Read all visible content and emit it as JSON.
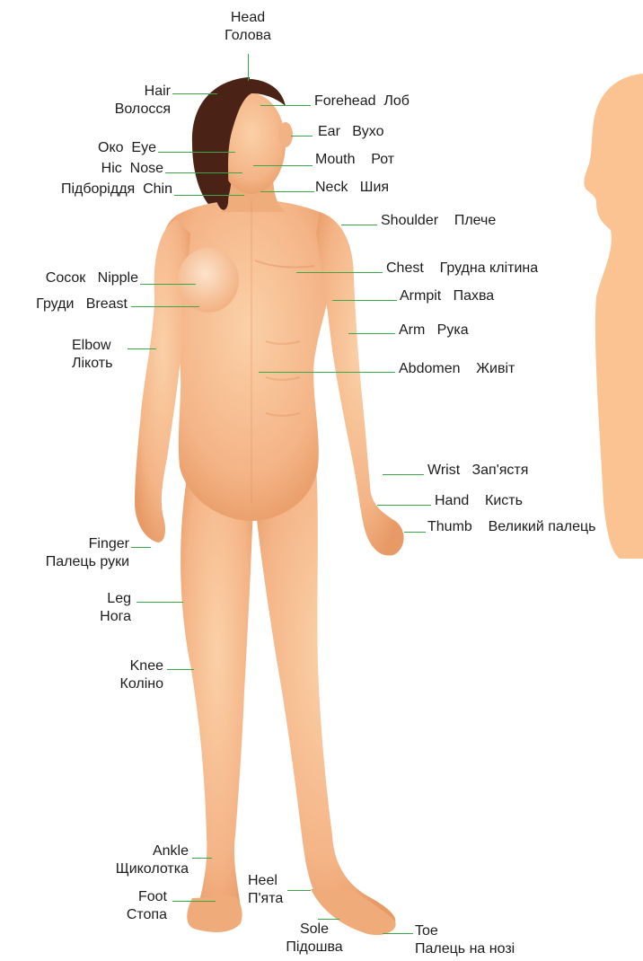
{
  "colors": {
    "skin": "#f4b98a",
    "skin_shade": "#e89a66",
    "skin_light": "#fbd2ad",
    "hair": "#4a2216",
    "leader": "#3aa84a",
    "silhouette": "#fbc392"
  },
  "labels": {
    "head": {
      "en": "Head",
      "uk": "Голова"
    },
    "hair": {
      "en": "Hair",
      "uk": "Волосся"
    },
    "forehead": {
      "en": "Forehead",
      "uk": "Лоб"
    },
    "ear": {
      "en": "Ear",
      "uk": "Вухо"
    },
    "eye": {
      "en": "Eye",
      "uk": "Око"
    },
    "mouth": {
      "en": "Mouth",
      "uk": "Рот"
    },
    "nose": {
      "en": "Nose",
      "uk": "Ніс"
    },
    "neck": {
      "en": "Neck",
      "uk": "Шия"
    },
    "chin": {
      "en": "Chin",
      "uk": "Підборіддя"
    },
    "shoulder": {
      "en": "Shoulder",
      "uk": "Плече"
    },
    "nipple": {
      "en": "Nipple",
      "uk": "Сосок"
    },
    "chest": {
      "en": "Chest",
      "uk": "Грудна клітина"
    },
    "breast": {
      "en": "Breast",
      "uk": "Груди"
    },
    "armpit": {
      "en": "Armpit",
      "uk": "Пахва"
    },
    "arm": {
      "en": "Arm",
      "uk": "Рука"
    },
    "elbow": {
      "en": "Elbow",
      "uk": "Лікоть"
    },
    "abdomen": {
      "en": "Abdomen",
      "uk": "Живіт"
    },
    "wrist": {
      "en": "Wrist",
      "uk": "Зап'ястя"
    },
    "hand": {
      "en": "Hand",
      "uk": "Кисть"
    },
    "thumb": {
      "en": "Thumb",
      "uk": "Великий палець"
    },
    "finger": {
      "en": "Finger",
      "uk": "Палець руки"
    },
    "leg": {
      "en": "Leg",
      "uk": "Нога"
    },
    "knee": {
      "en": "Knee",
      "uk": "Коліно"
    },
    "ankle": {
      "en": "Ankle",
      "uk": "Щиколотка"
    },
    "heel": {
      "en": "Heel",
      "uk": "П'ята"
    },
    "foot": {
      "en": "Foot",
      "uk": "Стопа"
    },
    "sole": {
      "en": "Sole",
      "uk": "Підошва"
    },
    "toe": {
      "en": "Toe",
      "uk": "Палець на нозі"
    }
  }
}
